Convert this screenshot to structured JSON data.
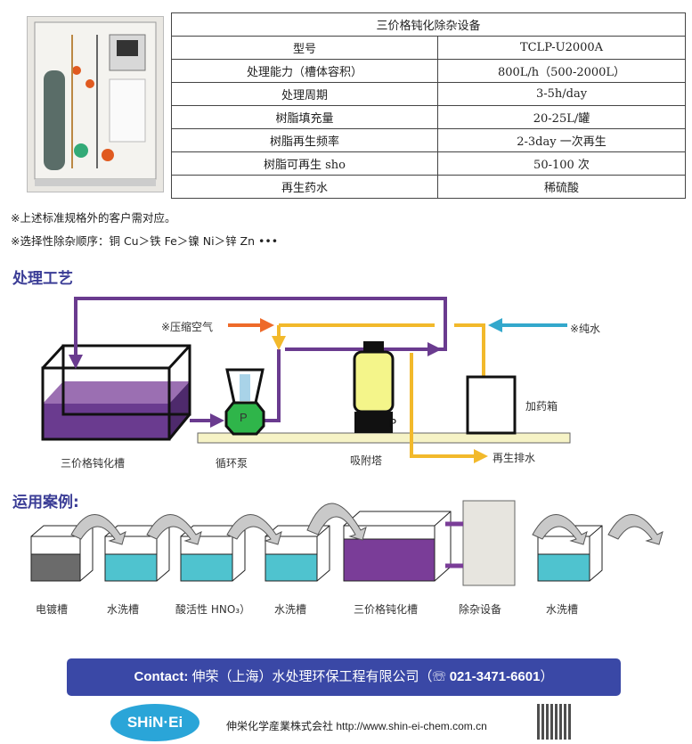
{
  "spec_table": {
    "title": "三价格钝化除杂设备",
    "rows": [
      {
        "label": "型号",
        "value": "TCLP-U2000A"
      },
      {
        "label": "处理能力（槽体容积）",
        "value": "800L/h（500-2000L）"
      },
      {
        "label": "处理周期",
        "value": "3-5h/day"
      },
      {
        "label": "树脂填充量",
        "value": "20-25L/罐"
      },
      {
        "label": "树脂再生频率",
        "value": "2-3day 一次再生"
      },
      {
        "label": "树脂可再生 sho",
        "value": "50-100 次"
      },
      {
        "label": "再生药水",
        "value": "稀硫酸"
      }
    ]
  },
  "notes": [
    "※上述标准规格外的客户需对应。",
    "※选择性除杂顺序：铜 Cu＞铁 Fe＞镍 Ni＞锌 Zn •••"
  ],
  "process": {
    "heading": "处理工艺",
    "labels": {
      "air": "※压缩空气",
      "pure_water": "※纯水",
      "tank": "三价格钝化槽",
      "pump": "循环泵",
      "pump_letter": "P",
      "column": "吸附塔",
      "dosing": "加药箱",
      "drain": "再生排水"
    },
    "colors": {
      "purple": "#6a3b8f",
      "yellow": "#f2b92b",
      "orange": "#ee6a2a",
      "blue": "#33a8cc",
      "green": "#2fb54a"
    }
  },
  "application": {
    "heading": "运用案例:",
    "steps": [
      "电镀槽",
      "水洗槽",
      "酸活性 HNO₃）",
      "水洗槽",
      "三价格钝化槽",
      "除杂设备",
      "水洗槽"
    ]
  },
  "contact": {
    "prefix": "Contact:",
    "company": "伸荣（上海）水处理环保工程有限公司（",
    "phone_icon": "☏",
    "phone": "021-3471-6601",
    "suffix": "）"
  },
  "footer": {
    "logo": "SHiN·Ei",
    "company_jp": "伸栄化学産業株式会社",
    "url": "http://www.shin-ei-chem.com.cn"
  }
}
